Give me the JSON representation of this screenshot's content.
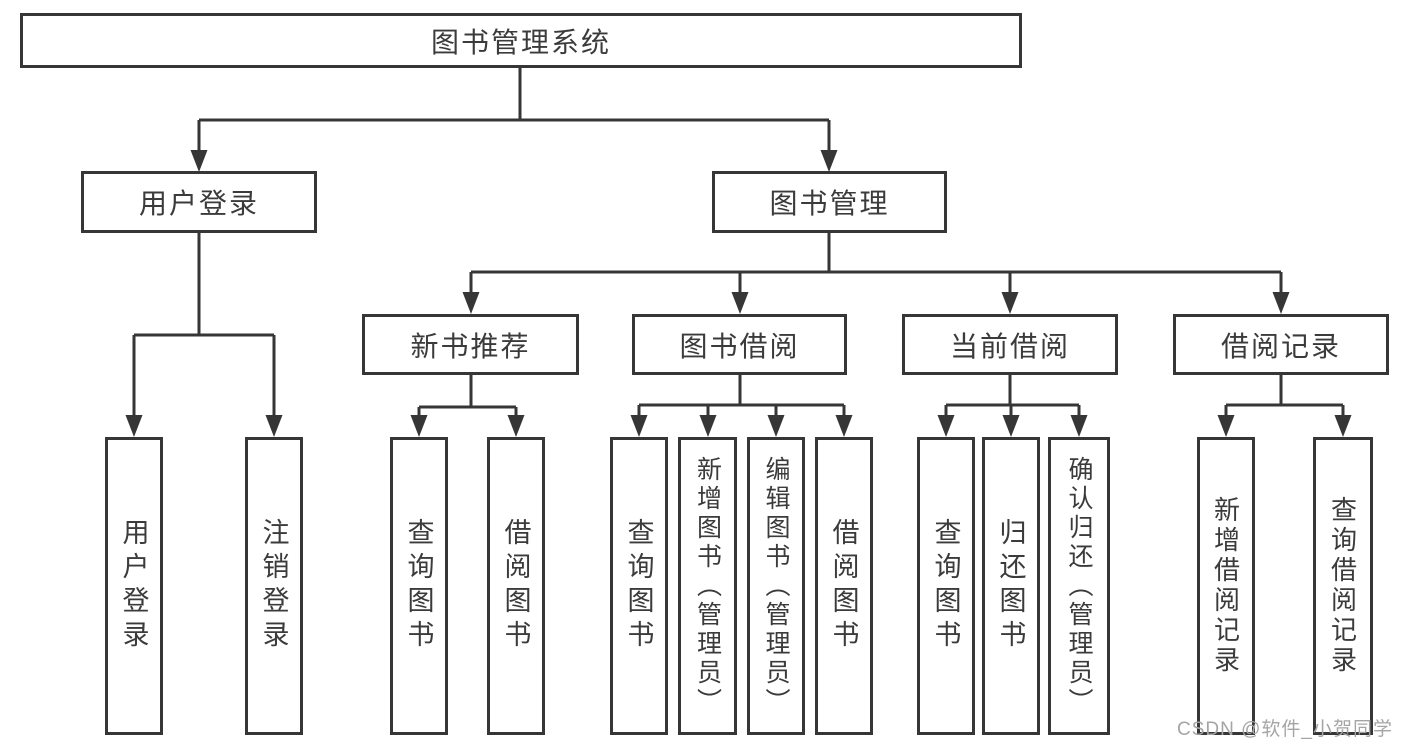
{
  "nodes": {
    "root": "图书管理系统",
    "user_login_branch": "用户登录",
    "book_mgmt_branch": "图书管理",
    "new_book_rec": "新书推荐",
    "book_borrow": "图书借阅",
    "current_borrow": "当前借阅",
    "borrow_records": "借阅记录",
    "leaf_user_login": "用户登录",
    "leaf_sign_out": "注销登录",
    "leaf_rec_query_books": "查询图书",
    "leaf_rec_borrow_books": "借阅图书",
    "leaf_bb_query_books": "查询图书",
    "leaf_bb_add_books_admin": "新增图书（管理员）",
    "leaf_bb_edit_books_admin": "编辑图书（管理员）",
    "leaf_bb_borrow_books": "借阅图书",
    "leaf_cb_query_books": "查询图书",
    "leaf_cb_return_books": "归还图书",
    "leaf_cb_confirm_return_admin": "确认归还（管理员）",
    "leaf_br_add_record": "新增借阅记录",
    "leaf_br_query_record": "查询借阅记录"
  },
  "watermark": "CSDN @软件_小贺同学",
  "colors": {
    "line": "#363636",
    "text": "#3b3b3b",
    "watermark": "#a5a5a5",
    "background": "#ffffff"
  }
}
